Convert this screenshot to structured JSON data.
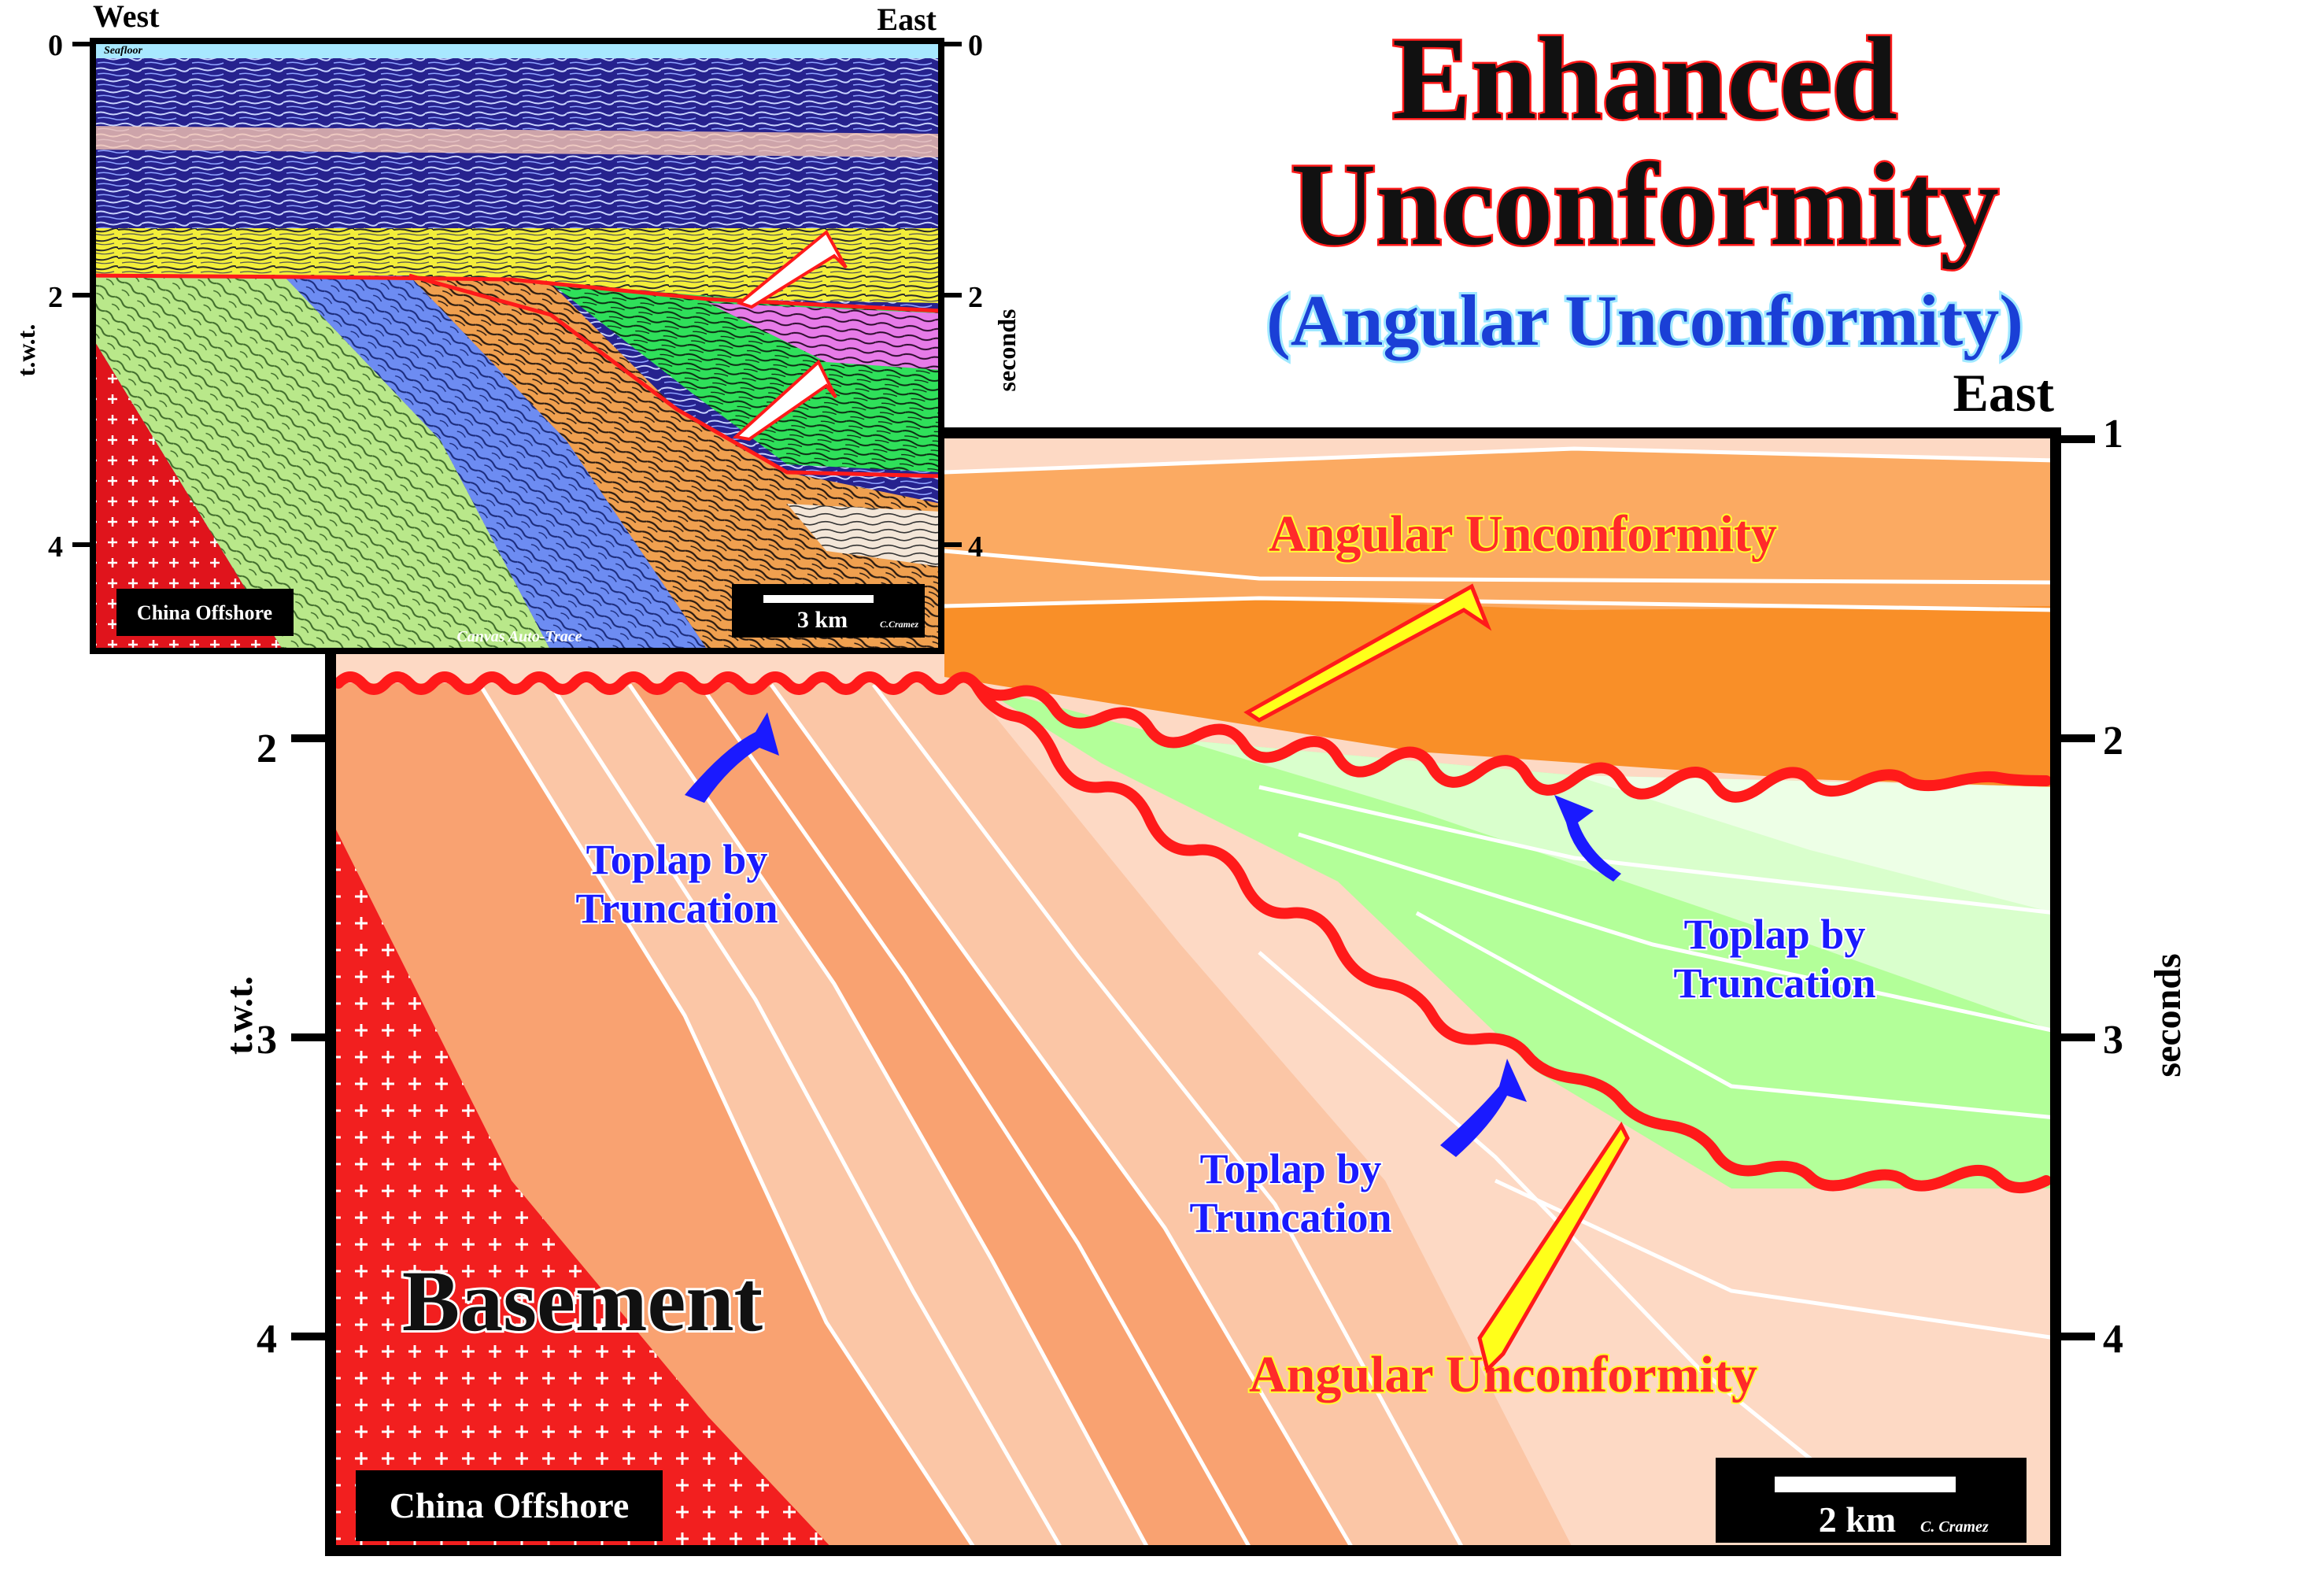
{
  "title": {
    "line1": "Enhanced",
    "line2": "Unconformity",
    "subtitle": "(Angular Unconformity)"
  },
  "inset": {
    "west_label": "West",
    "east_label": "East",
    "seafloor_label": "Seafloor",
    "left_axis_label": "t.w.t.",
    "right_axis_label": "seconds",
    "ticks_left": [
      "0",
      "2",
      "4"
    ],
    "ticks_right": [
      "0",
      "2",
      "4"
    ],
    "location_label": "China Offshore",
    "scale_label": "3 km",
    "credit": "C.Cramez",
    "software_label": "Canvas Auto-Trace"
  },
  "main": {
    "east_label": "East",
    "left_axis_label": "t.w.t.",
    "right_axis_label": "seconds",
    "ticks_left": [
      "2",
      "3",
      "4"
    ],
    "ticks_right": [
      "1",
      "2",
      "3",
      "4"
    ],
    "unconformity_label_upper": "Angular Unconformity",
    "unconformity_label_lower": "Angular Unconformity",
    "toplap_1_line1": "Toplap by",
    "toplap_1_line2": "Truncation",
    "toplap_2_line1": "Toplap by",
    "toplap_2_line2": "Truncation",
    "toplap_3_line1": "Toplap by",
    "toplap_3_line2": "Truncation",
    "basement_label": "Basement",
    "location_label": "China Offshore",
    "scale_label": "2 km",
    "credit": "C. Cramez"
  },
  "colors": {
    "basement_red": "#f21f1f",
    "unconformity_red": "#ff1a1a",
    "orange_dark": "#f98f28",
    "orange_mid": "#fbaa62",
    "salmon": "#f9a271",
    "peach": "#fbc6a6",
    "peach_light": "#fdd9c4",
    "green_mid": "#b3ff99",
    "green_light": "#d9ffcc",
    "green_pale": "#edffe6",
    "arrow_blue": "#1a1aff",
    "arrow_yellow": "#ffff1a",
    "title_blue": "#1a3fd6"
  }
}
